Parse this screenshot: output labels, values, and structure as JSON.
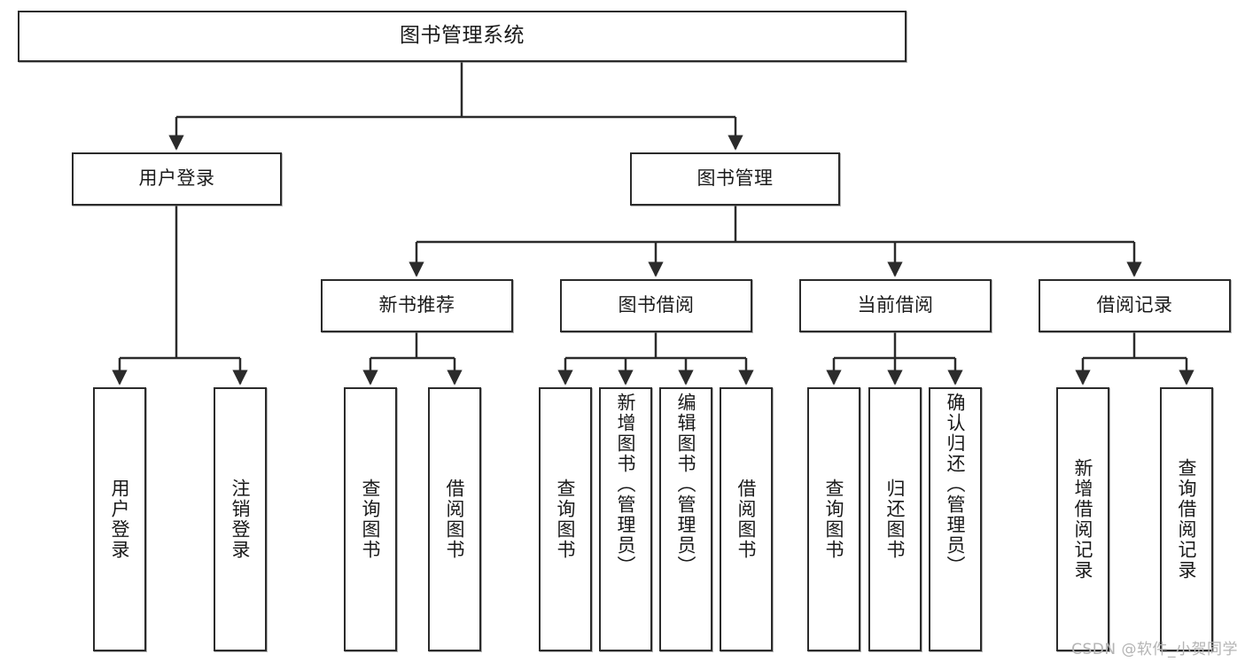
{
  "diagram": {
    "title": "图书管理系统",
    "type": "tree",
    "watermark": "CSDN @软件_小贺同学",
    "colors": {
      "box_border": "#2b2b2b",
      "box_fill": "#ffffff",
      "connector": "#2b2b2b",
      "text": "#1a1a1a",
      "watermark": "#b4b4b4"
    },
    "root": {
      "label": "图书管理系统"
    },
    "level1": [
      {
        "label": "用户登录"
      },
      {
        "label": "图书管理"
      }
    ],
    "level2": [
      {
        "label": "新书推荐"
      },
      {
        "label": "图书借阅"
      },
      {
        "label": "当前借阅"
      },
      {
        "label": "借阅记录"
      }
    ],
    "leaves": {
      "user_login": [
        {
          "label": "用户登录"
        },
        {
          "label": "注销登录"
        }
      ],
      "new_book_recommend": [
        {
          "label": "查询图书"
        },
        {
          "label": "借阅图书"
        }
      ],
      "book_borrow": [
        {
          "label": "查询图书"
        },
        {
          "label": "新增图书（管理员）"
        },
        {
          "label": "编辑图书（管理员）"
        },
        {
          "label": "借阅图书"
        }
      ],
      "current_borrow": [
        {
          "label": "查询图书"
        },
        {
          "label": "归还图书"
        },
        {
          "label": "确认归还（管理员）"
        }
      ],
      "borrow_record": [
        {
          "label": "新增借阅记录"
        },
        {
          "label": "查询借阅记录"
        }
      ]
    }
  }
}
